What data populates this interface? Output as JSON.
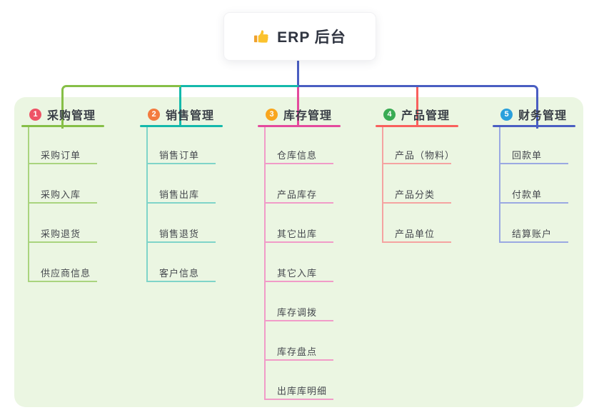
{
  "root": {
    "label": "ERP 后台",
    "icon": "thumbs-up",
    "connector_color": "#4a5ec2"
  },
  "panel": {
    "background": "#ebf6e2"
  },
  "branches": [
    {
      "number": "1",
      "label": "采购管理",
      "badge_color": "#ee5366",
      "line_color": "#86bf47",
      "branch_line_color": "#a9d47e",
      "items": [
        "采购订单",
        "采购入库",
        "采购退货",
        "供应商信息"
      ]
    },
    {
      "number": "2",
      "label": "销售管理",
      "badge_color": "#f37b3f",
      "line_color": "#14b9ab",
      "branch_line_color": "#7fd4c9",
      "items": [
        "销售订单",
        "销售出库",
        "销售退货",
        "客户信息"
      ]
    },
    {
      "number": "3",
      "label": "库存管理",
      "badge_color": "#f9a61e",
      "line_color": "#e44a9d",
      "branch_line_color": "#f19bc8",
      "items": [
        "仓库信息",
        "产品库存",
        "其它出库",
        "其它入库",
        "库存调拨",
        "库存盘点",
        "出库库明细"
      ]
    },
    {
      "number": "4",
      "label": "产品管理",
      "badge_color": "#39ab53",
      "line_color": "#f9605d",
      "branch_line_color": "#f5a3a1",
      "items": [
        "产品（物料）",
        "产品分类",
        "产品单位"
      ]
    },
    {
      "number": "5",
      "label": "财务管理",
      "badge_color": "#2aa0dc",
      "line_color": "#4a5ec2",
      "branch_line_color": "#9aa9e2",
      "items": [
        "回款单",
        "付款单",
        "结算账户"
      ]
    }
  ]
}
